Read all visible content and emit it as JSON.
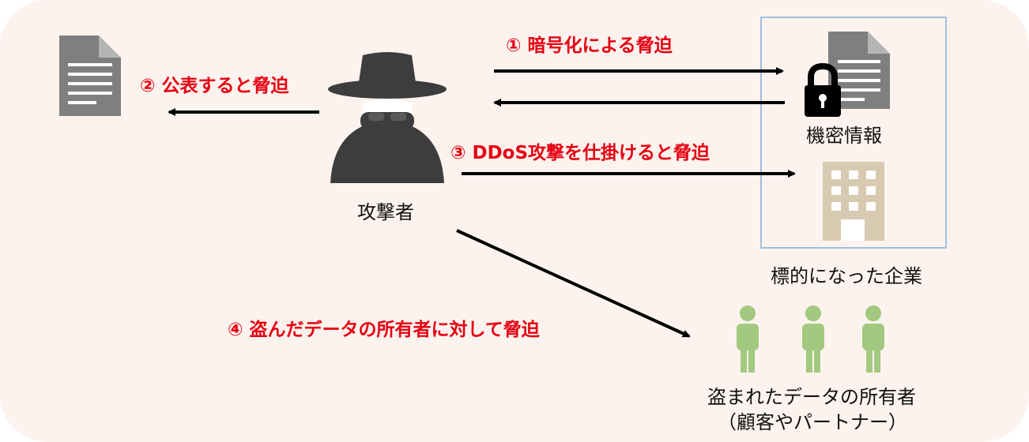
{
  "colors": {
    "background": "#fdf3ee",
    "threat_text": "#e60012",
    "document": "#7f7f7f",
    "attacker": "#3d3d3d",
    "building": "#d8c9b1",
    "people": "#a2c97f",
    "target_border": "#9dbfe0"
  },
  "icons": {
    "published_doc": "document-icon",
    "attacker": "hacker-icon",
    "secret_doc": "document-icon",
    "lock": "padlock-icon",
    "building": "building-icon",
    "people": "person-icon"
  },
  "threats": {
    "t1": "① 暗号化による脅迫",
    "t2": "② 公表すると脅迫",
    "t3": "③ DDoS攻撃を仕掛けると脅迫",
    "t4": "④ 盗んだデータの所有者に対して脅迫"
  },
  "labels": {
    "attacker": "攻撃者",
    "confidential": "機密情報",
    "target_company": "標的になった企業",
    "victims_line1": "盗まれたデータの所有者",
    "victims_line2": "（顧客やパートナー）"
  }
}
